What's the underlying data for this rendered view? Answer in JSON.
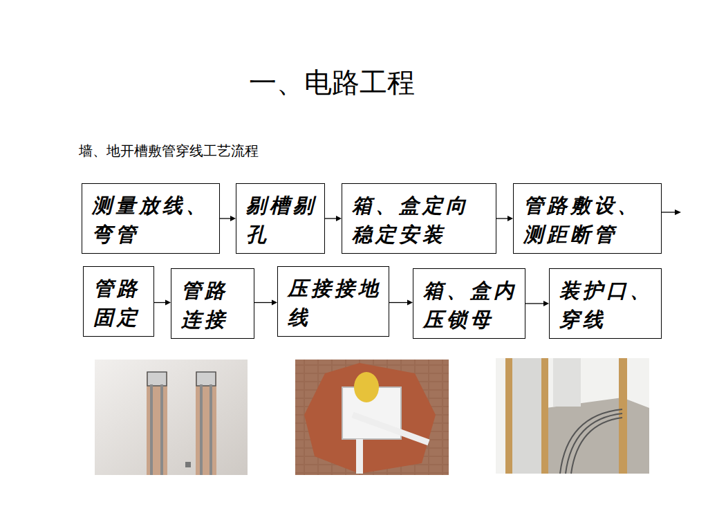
{
  "diagram": {
    "title": "一、电路工程",
    "nodes": [
      {
        "text": [
          "测量放线、 弯管"
        ]
      },
      {
        "text": [
          "剔槽剔 孔"
        ]
      },
      {
        "text": [
          "箱、盒定向 稳定安装"
        ]
      },
      {
        "text": [
          "管路敷设、 测距断管"
        ]
      },
      {
        "text": [
          "管路 固定"
        ]
      },
      {
        "text": [
          "管路 连接"
        ]
      },
      {
        "text": [
          "压接接地 线"
        ]
      },
      {
        "text": [
          "箱、盒内 压锁母"
        ]
      },
      {
        "text": [
          "装护口、 穿线"
        ]
      }
    ],
    "edges": [
      {
        "from": 0,
        "to": 1,
        "arrow": "to"
      },
      {
        "from": 1,
        "to": 2,
        "arrow": "to"
      },
      {
        "from": 2,
        "to": 3,
        "arrow": "to"
      },
      {
        "from": 4,
        "to": 5,
        "arrow": "to"
      },
      {
        "from": 5,
        "to": 6,
        "arrow": "to"
      },
      {
        "from": 6,
        "to": 7,
        "arrow": "to"
      },
      {
        "from": 7,
        "to": 8,
        "arrow": "to"
      }
    ],
    "labels": [
      "墙、地开槽敷管穿线工艺流程"
    ]
  }
}
